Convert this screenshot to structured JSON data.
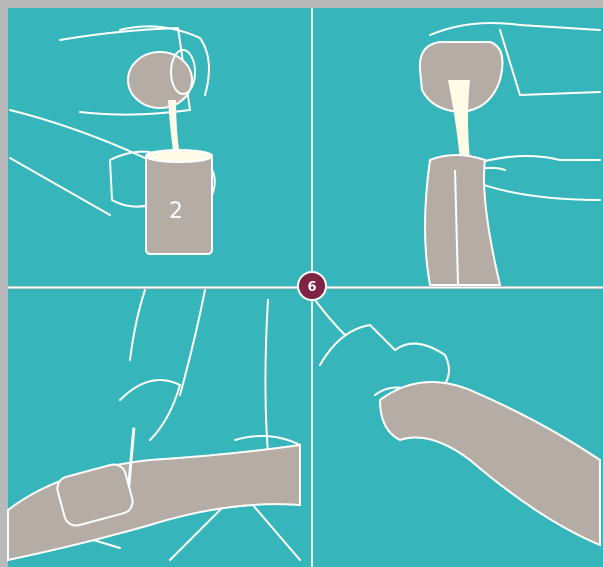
{
  "figure": {
    "step_badge": "6",
    "panels": [
      {
        "id": "pour-into-cup",
        "cup_label": "2"
      },
      {
        "id": "pour-into-sleeve"
      },
      {
        "id": "roll-on-arm"
      },
      {
        "id": "smooth-on-arm"
      }
    ]
  },
  "colors": {
    "teal": "#36b6ba",
    "skin": "#b5aca6",
    "line": "#ffffff",
    "liquid": "#fffbe6",
    "frame": "#b9b9b9",
    "badge": "#7e2344"
  }
}
